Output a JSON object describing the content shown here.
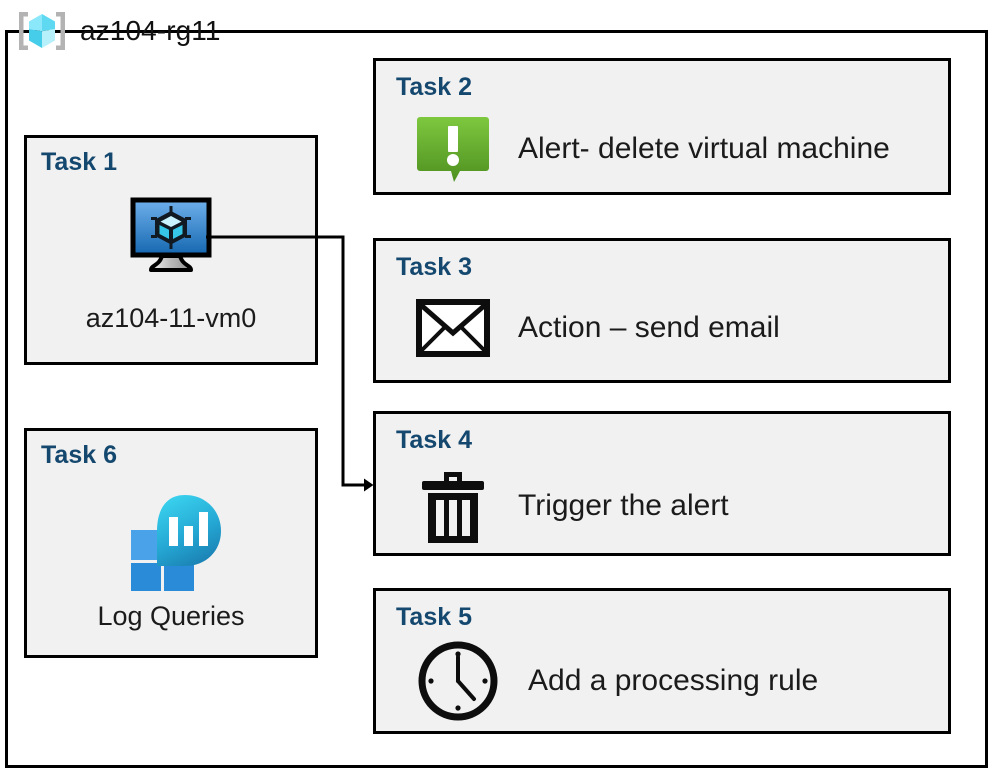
{
  "resource_group": {
    "name": "az104-rg11",
    "icon": "azure-resource-group-icon"
  },
  "colors": {
    "task_label": "#15486f",
    "box_fill": "#f1f1f1",
    "box_border": "#000000",
    "alert_green_light": "#7ec242",
    "alert_green_dark": "#519320",
    "vm_screen_light": "#63a6e8",
    "vm_screen_dark": "#1464ac",
    "log_tile_light": "#4aa3e8",
    "log_tile_dark": "#2a8bd8",
    "log_blob_light": "#32c8e8",
    "log_blob_dark": "#1b82b5",
    "rg_icon_cyan": "#7fe4f5",
    "rg_icon_bracket": "#b3b3b3"
  },
  "tasks": [
    {
      "id": "task1",
      "label": "Task 1",
      "caption": "az104-11-vm0",
      "icon": "virtual-machine-icon",
      "column": "left"
    },
    {
      "id": "task2",
      "label": "Task 2",
      "text": "Alert- delete virtual machine",
      "icon": "alert-bubble-icon",
      "column": "right"
    },
    {
      "id": "task3",
      "label": "Task 3",
      "text": "Action – send email",
      "icon": "envelope-icon",
      "column": "right"
    },
    {
      "id": "task4",
      "label": "Task 4",
      "text": "Trigger the alert",
      "icon": "trash-can-icon",
      "column": "right"
    },
    {
      "id": "task5",
      "label": "Task 5",
      "text": "Add a processing rule",
      "icon": "clock-icon",
      "column": "right"
    },
    {
      "id": "task6",
      "label": "Task 6",
      "caption": "Log Queries",
      "icon": "log-analytics-icon",
      "column": "left"
    }
  ],
  "connector": {
    "from": "virtual-machine-icon",
    "to": "task4",
    "arrow": "arrowhead-right"
  }
}
